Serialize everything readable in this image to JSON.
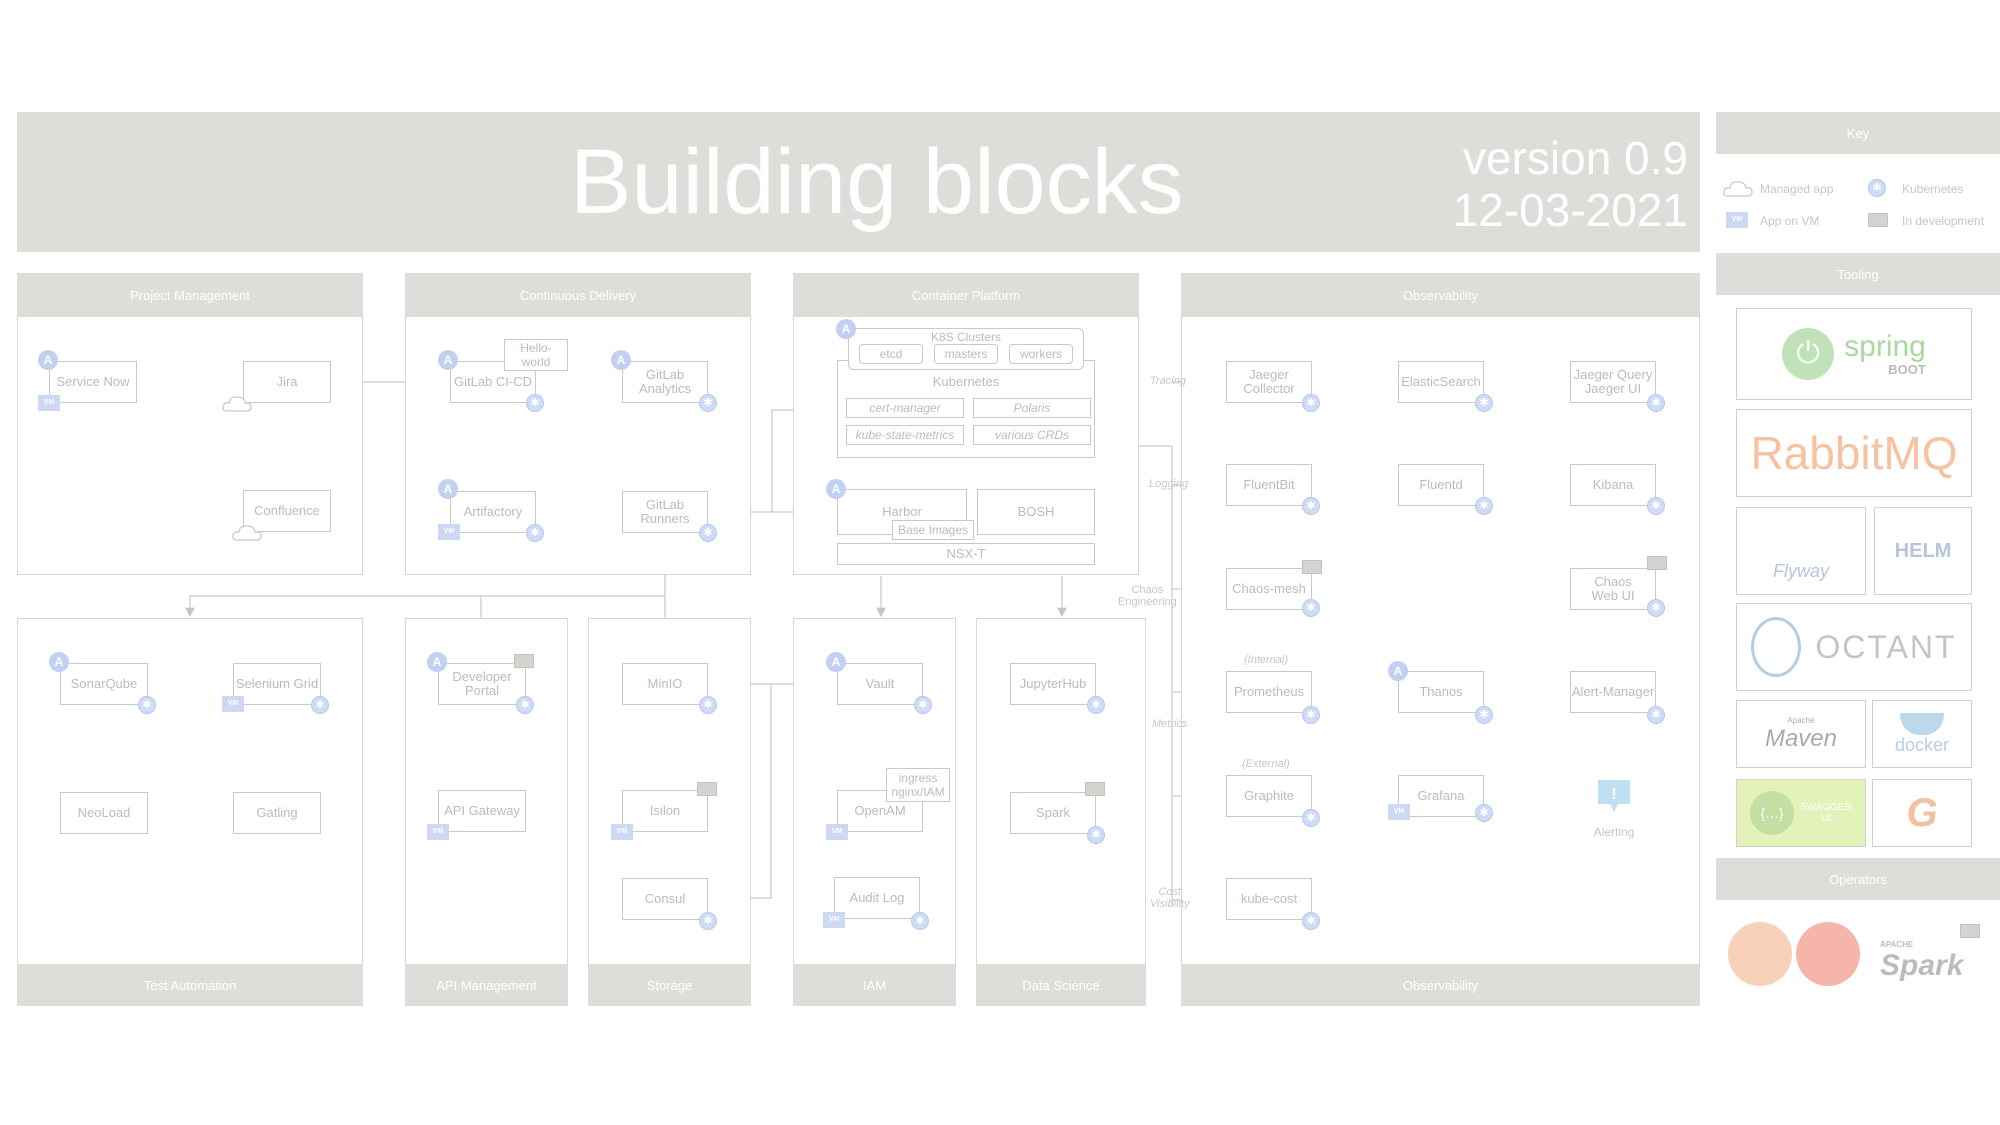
{
  "header": {
    "title": "Building blocks",
    "version": "version 0.9",
    "date": "12-03-2021"
  },
  "panels": {
    "project_management": "Project Management",
    "continuous_delivery": "Continuous Delivery",
    "container_platform": "Container Platform",
    "observability_top": "Observability",
    "test_automation": "Test Automation",
    "api_management": "API Management",
    "storage": "Storage",
    "iam": "IAM",
    "data_science": "Data Science",
    "observability_bottom": "Observability"
  },
  "key": {
    "title": "Key",
    "managed_app": "Managed app",
    "kubernetes": "Kubernetes",
    "app_on_vm": "App on VM",
    "in_development": "In development",
    "tooling_title": "Tooling",
    "operators_title": "Operators"
  },
  "nodes": {
    "servicenow": "Service Now",
    "jira": "Jira",
    "confluence": "Confluence",
    "gitlab_cicd": "GitLab CI-CD",
    "hello_world": "Hello-\nworld",
    "gitlab_analytics": "GitLab\nAnalytics",
    "artifactory": "Artifactory",
    "gitlab_runners": "GitLab\nRunners",
    "k8s_clusters": "K8S Clusters",
    "etcd": "etcd",
    "masters": "masters",
    "workers": "workers",
    "kubernetes": "Kubernetes",
    "cert_manager": "cert-manager",
    "polaris": "Polaris",
    "kube_state_metrics": "kube-state-metrics",
    "various_crds": "various CRDs",
    "harbor": "Harbor",
    "base_images": "Base Images",
    "bosh": "BOSH",
    "nsxt": "NSX-T",
    "jaeger_collector": "Jaeger\nCollector",
    "elasticsearch": "ElasticSearch",
    "jaeger_query": "Jaeger Query\nJaeger UI",
    "fluentbit": "FluentBit",
    "fluentd": "Fluentd",
    "kibana": "Kibana",
    "chaos_mesh": "Chaos-mesh",
    "chaos_web_ui": "Chaos\nWeb UI",
    "prometheus": "Prometheus",
    "thanos": "Thanos",
    "alert_manager": "Alert-Manager",
    "graphite": "Graphite",
    "grafana": "Grafana",
    "kube_cost": "kube-cost",
    "alerting": "Alerting",
    "sonarqube": "SonarQube",
    "selenium_grid": "Selenium Grid",
    "neoload": "NeoLoad",
    "gatling": "Gatling",
    "developer_portal": "Developer\nPortal",
    "api_gateway": "API Gateway",
    "minio": "MinIO",
    "isilon": "Isilon",
    "consul": "Consul",
    "vault": "Vault",
    "openam": "OpenAM",
    "ingress_nginx": "ingress\nnginx/IAM",
    "audit_log": "Audit Log",
    "jupyterhub": "JupyterHub",
    "spark": "Spark"
  },
  "edge_labels": {
    "tracing": "Tracing",
    "logging": "Logging",
    "chaos_engineering": "Chaos\nEngineering",
    "metrics": "Metrics",
    "cost_visibility": "Cost\nVisibility",
    "internal": "(Internal)",
    "external": "(External)"
  },
  "tooling": {
    "spring": "spring",
    "spring_boot": "BOOT",
    "rabbitmq": "RabbitMQ",
    "flyway": "Flyway",
    "helm": "HELM",
    "octant": "OCTANT",
    "maven_small": "Apache",
    "maven": "Maven",
    "docker": "docker",
    "swagger": "SWAGGER",
    "swagger_ui": "UI"
  },
  "operators": {
    "spark_small": "APACHE",
    "spark": "Spark"
  },
  "colors": {
    "header_bg": "#dcdfd9",
    "border": "#c7cbc5",
    "text": "#b9bdb7",
    "badge_blue": "#c1d0f3",
    "line": "#c9ccc6"
  }
}
